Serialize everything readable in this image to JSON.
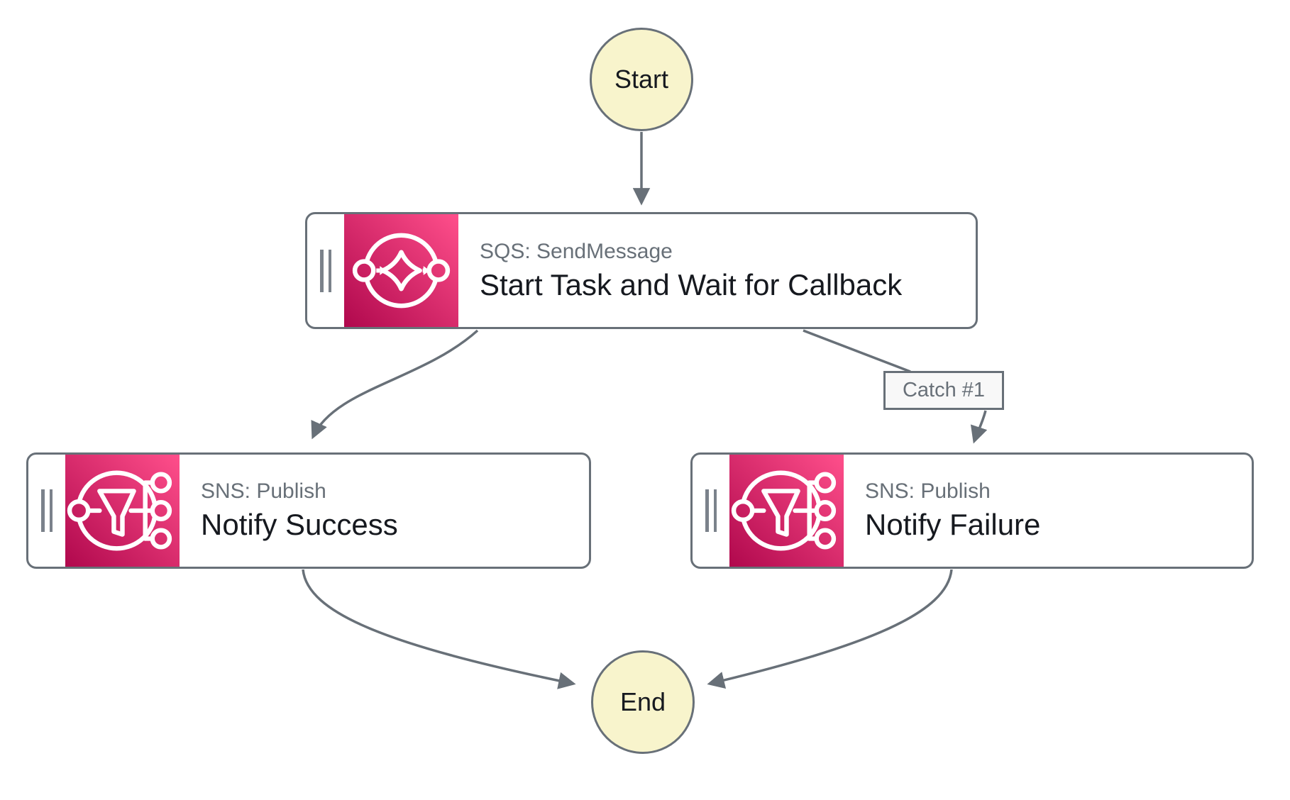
{
  "diagram": {
    "type": "workflow-state-machine-graph",
    "nodes": {
      "start": {
        "label": "Start"
      },
      "task_send_message": {
        "service_label": "SQS: SendMessage",
        "name": "Start Task and Wait for Callback",
        "icon": "sqs-icon"
      },
      "task_notify_success": {
        "service_label": "SNS: Publish",
        "name": "Notify Success",
        "icon": "sns-icon"
      },
      "task_notify_failure": {
        "service_label": "SNS: Publish",
        "name": "Notify Failure",
        "icon": "sns-icon"
      },
      "end": {
        "label": "End"
      }
    },
    "edges": [
      {
        "from": "start",
        "to": "task_send_message",
        "label": ""
      },
      {
        "from": "task_send_message",
        "to": "task_notify_success",
        "label": ""
      },
      {
        "from": "task_send_message",
        "to": "task_notify_failure",
        "label": "Catch #1"
      },
      {
        "from": "task_notify_success",
        "to": "end",
        "label": ""
      },
      {
        "from": "task_notify_failure",
        "to": "end",
        "label": ""
      }
    ],
    "colors": {
      "edge_line": "#687078",
      "node_border": "#687078",
      "terminal_fill": "#F8F4CC",
      "title_text": "#16191F",
      "secondary_text": "#687078",
      "icon_gradient_start": "#B0084D",
      "icon_gradient_end": "#FF4F8B",
      "catch_badge_fill": "#F8F8F8"
    }
  }
}
